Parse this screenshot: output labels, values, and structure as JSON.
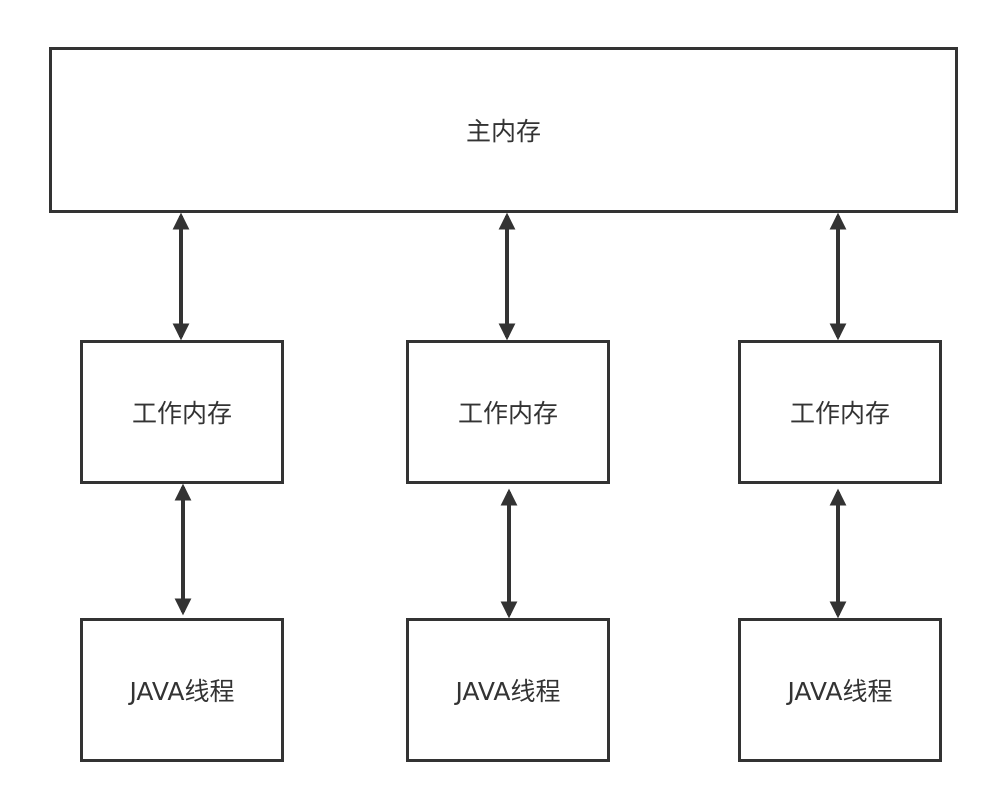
{
  "diagram": {
    "main_memory": {
      "label": "主内存"
    },
    "work_memories": [
      {
        "label": "工作内存"
      },
      {
        "label": "工作内存"
      },
      {
        "label": "工作内存"
      }
    ],
    "java_threads": [
      {
        "label": "JAVA线程"
      },
      {
        "label": "JAVA线程"
      },
      {
        "label": "JAVA线程"
      }
    ]
  },
  "colors": {
    "stroke": "#333333",
    "background": "#ffffff"
  }
}
